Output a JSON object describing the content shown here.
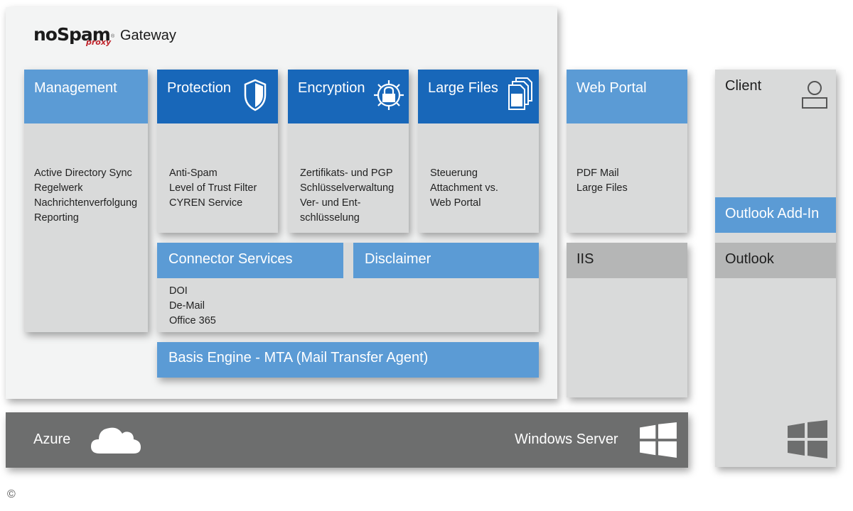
{
  "brand": {
    "logo_text": "noSpam",
    "logo_sub": "proxy",
    "logo_reg": "®",
    "product": "Gateway"
  },
  "modules": [
    {
      "title": "Management",
      "items": [
        "Active Directory Sync",
        "Regelwerk",
        "Nachrichtenverfolgung",
        "Reporting"
      ],
      "icon": "none"
    },
    {
      "title": "Protection",
      "items": [
        "Anti-Spam",
        "Level of Trust Filter",
        "CYREN Service"
      ],
      "icon": "shield-icon"
    },
    {
      "title": "Encryption",
      "items": [
        "Zertifikats- und PGP",
        "Schlüsselverwaltung",
        "Ver- und Ent-",
        "schlüsselung"
      ],
      "icon": "lock-gear-icon"
    },
    {
      "title": "Large Files",
      "items": [
        "Steuerung",
        "Attachment vs.",
        "Web Portal"
      ],
      "icon": "documents-icon"
    }
  ],
  "connector": {
    "title": "Connector Services",
    "items": [
      "DOI",
      "De-Mail",
      "Office 365"
    ]
  },
  "disclaimer": {
    "title": "Disclaimer"
  },
  "basis": {
    "title": "Basis Engine - MTA (Mail Transfer Agent)"
  },
  "web_portal": {
    "title": "Web Portal",
    "items": [
      "PDF Mail",
      "Large Files"
    ],
    "iis": "IIS"
  },
  "client": {
    "title": "Client",
    "addin": "Outlook Add-In",
    "outlook": "Outlook",
    "icon": "user-icon"
  },
  "platform": {
    "azure": "Azure",
    "windows_server": "Windows Server",
    "cloud_icon": "cloud-icon",
    "windows_icon": "windows-logo-icon"
  },
  "copyright": "©",
  "colors": {
    "light_blue": "#5b9bd5",
    "dark_blue": "#1867b9",
    "panel_gray": "#d9dada",
    "bar_gray": "#6d6e6e"
  }
}
